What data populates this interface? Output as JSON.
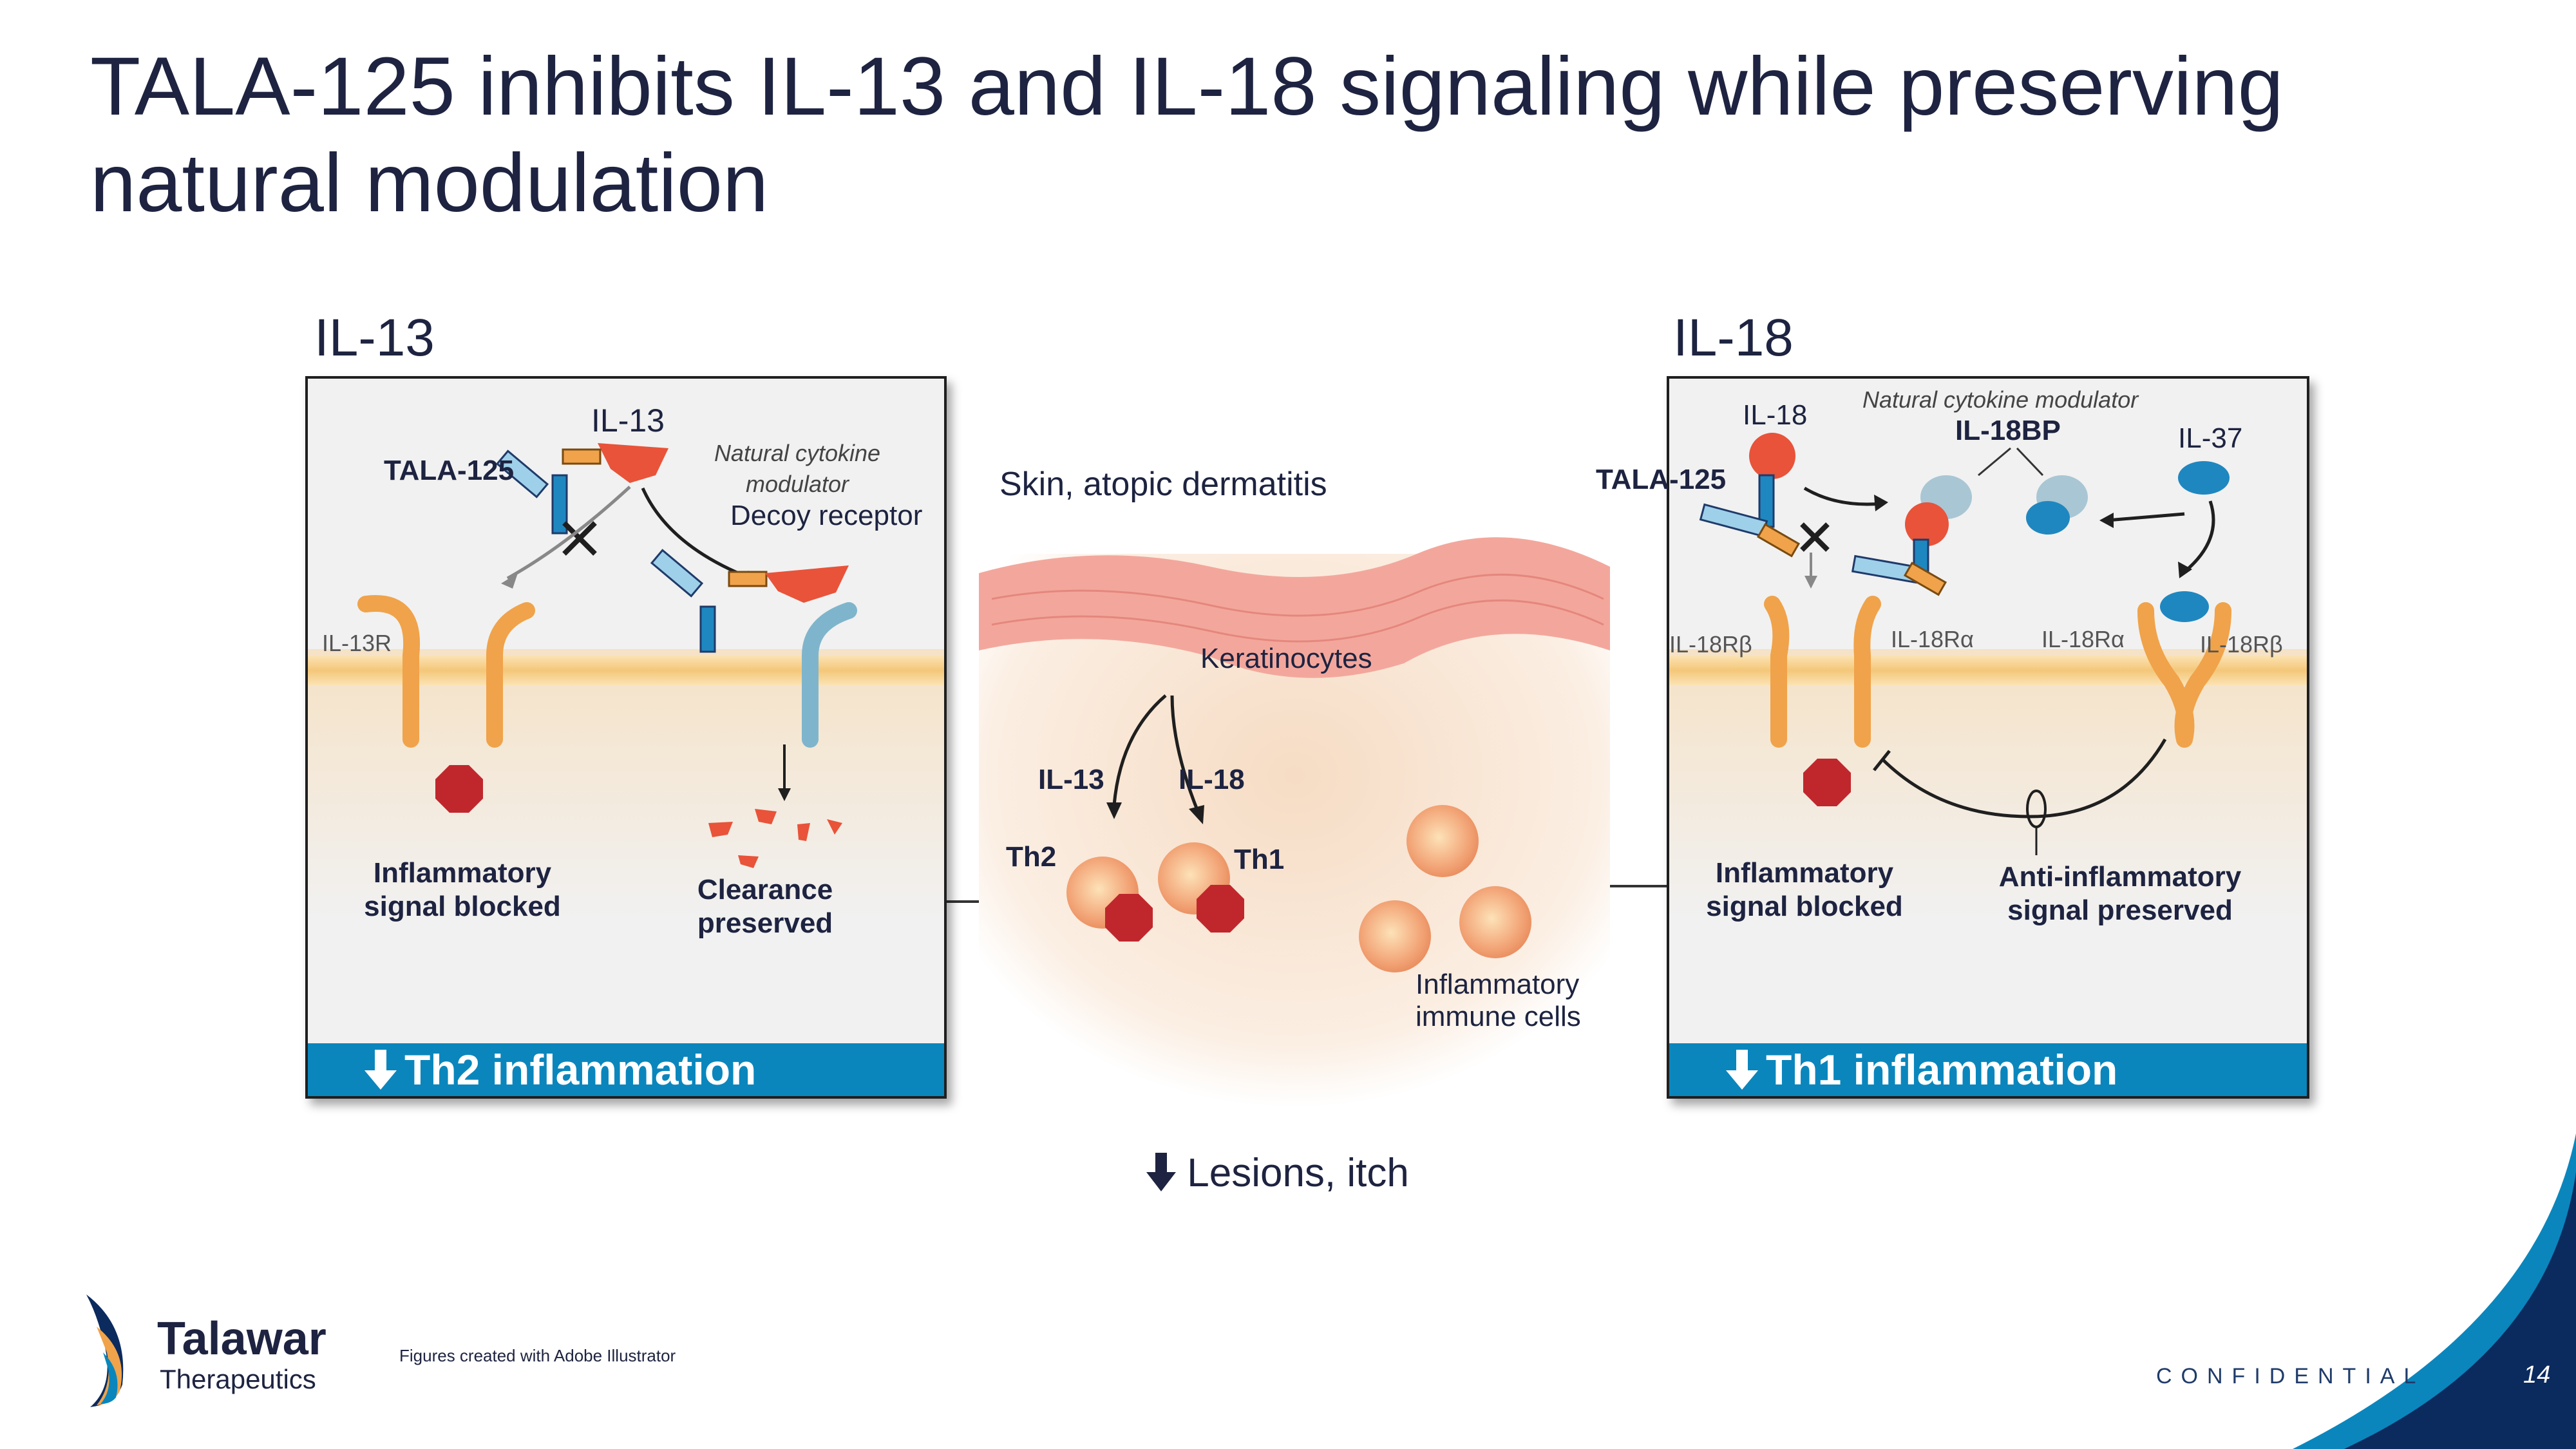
{
  "slide": {
    "title": "TALA-125 inhibits IL-13 and IL-18 signaling while preserving natural modulation",
    "confidential": "CONFIDENTIAL",
    "page_number": "14",
    "figure_note": "Figures created with Adobe Illustrator",
    "logo": {
      "name": "Talawar",
      "sub": "Therapeutics"
    }
  },
  "left_panel": {
    "heading": "IL-13",
    "cytokine": "IL-13",
    "drug": "TALA-125",
    "modulator_italic": "Natural cytokine modulator",
    "decoy": "Decoy receptor",
    "receptor": "IL-13R",
    "blocked": "Inflammatory signal blocked",
    "clearance": "Clearance preserved",
    "footer": "Th2 inflammation"
  },
  "center": {
    "skin": "Skin, atopic dermatitis",
    "keratinocytes": "Keratinocytes",
    "il13": "IL-13",
    "il18": "IL-18",
    "th2": "Th2",
    "th1": "Th1",
    "immune_cells": "Inflammatory immune cells",
    "outcome": "Lesions, itch"
  },
  "right_panel": {
    "heading": "IL-18",
    "cytokine": "IL-18",
    "modulator_italic": "Natural cytokine modulator",
    "bp": "IL-18BP",
    "il37": "IL-37",
    "drug": "TALA-125",
    "r_beta_left": "IL-18Rβ",
    "r_alpha_1": "IL-18Rα",
    "r_alpha_2": "IL-18Rα",
    "r_beta_right": "IL-18Rβ",
    "blocked": "Inflammatory signal blocked",
    "anti": "Anti-inflammatory signal preserved",
    "footer": "Th1 inflammation"
  },
  "colors": {
    "brand_blue": "#0a86bd",
    "title": "#1d2340",
    "cytokine": "#e8533a",
    "block": "#c0272d",
    "receptor": "#f0a34a",
    "membrane": "#f5cf8a"
  }
}
